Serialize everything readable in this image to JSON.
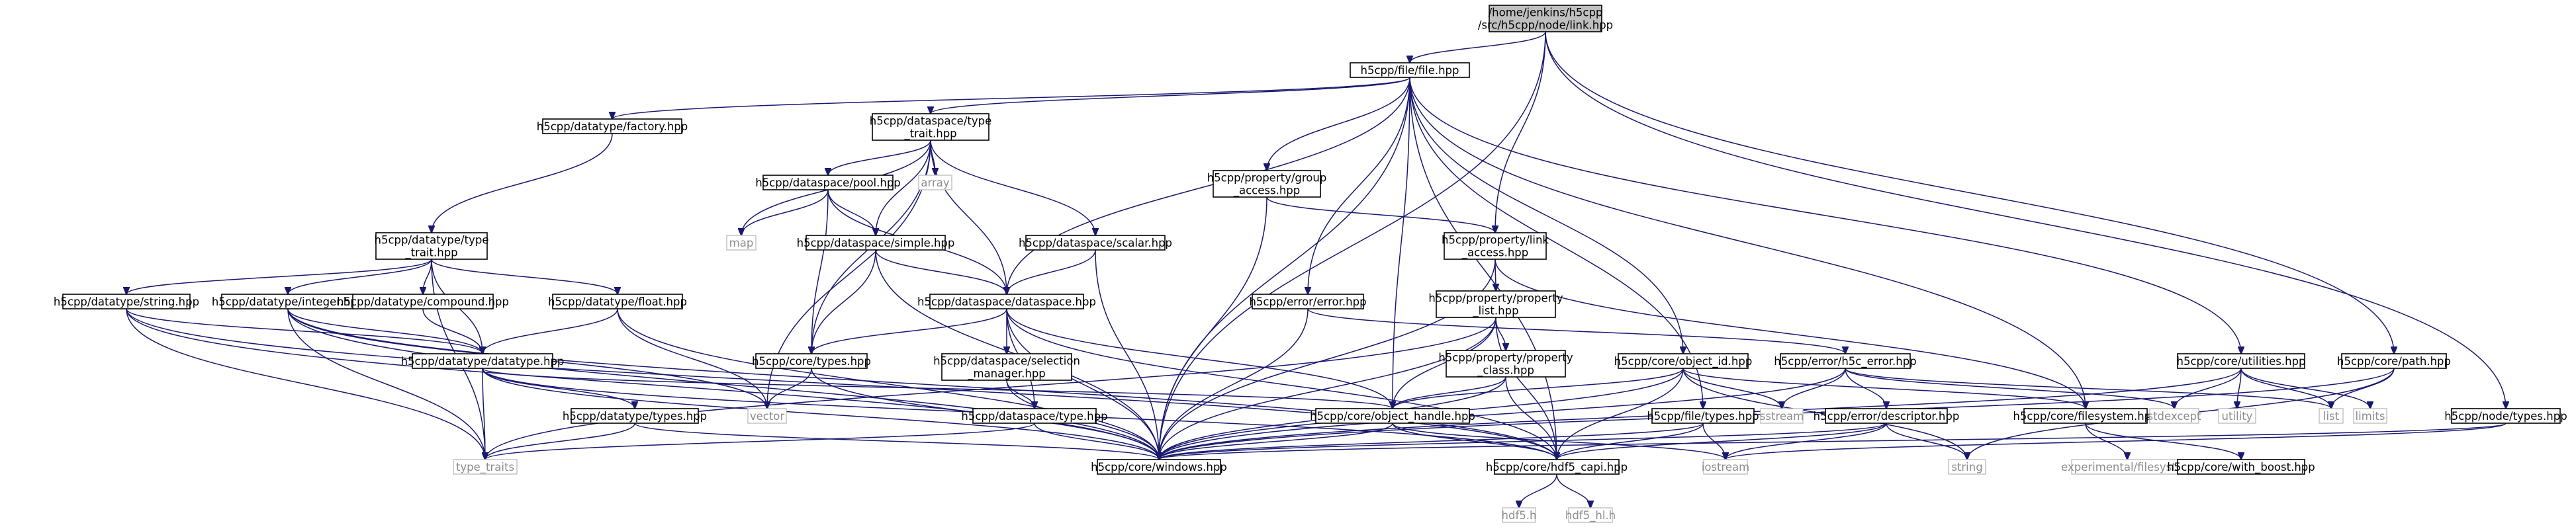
{
  "graph": {
    "nodes": [
      {
        "id": "link",
        "lines": [
          "/home/jenkins/h5cpp",
          "/src/h5cpp/node/link.hpp"
        ],
        "kind": "root"
      },
      {
        "id": "file",
        "lines": [
          "h5cpp/file/file.hpp"
        ],
        "kind": "local"
      },
      {
        "id": "factory",
        "lines": [
          "h5cpp/datatype/factory.hpp"
        ],
        "kind": "local"
      },
      {
        "id": "ds_type_trait",
        "lines": [
          "h5cpp/dataspace/type",
          "_trait.hpp"
        ],
        "kind": "local"
      },
      {
        "id": "array",
        "lines": [
          "array"
        ],
        "kind": "ext"
      },
      {
        "id": "prop_group",
        "lines": [
          "h5cpp/property/group",
          "_access.hpp"
        ],
        "kind": "local"
      },
      {
        "id": "pool",
        "lines": [
          "h5cpp/dataspace/pool.hpp"
        ],
        "kind": "local"
      },
      {
        "id": "dt_type_trait",
        "lines": [
          "h5cpp/datatype/type",
          "_trait.hpp"
        ],
        "kind": "local"
      },
      {
        "id": "map",
        "lines": [
          "map"
        ],
        "kind": "ext"
      },
      {
        "id": "simple",
        "lines": [
          "h5cpp/dataspace/simple.hpp"
        ],
        "kind": "local"
      },
      {
        "id": "scalar",
        "lines": [
          "h5cpp/dataspace/scalar.hpp"
        ],
        "kind": "local"
      },
      {
        "id": "prop_link",
        "lines": [
          "h5cpp/property/link",
          "_access.hpp"
        ],
        "kind": "local"
      },
      {
        "id": "dt_string",
        "lines": [
          "h5cpp/datatype/string.hpp"
        ],
        "kind": "local"
      },
      {
        "id": "dt_integer",
        "lines": [
          "h5cpp/datatype/integer.hpp"
        ],
        "kind": "local"
      },
      {
        "id": "dt_compound",
        "lines": [
          "h5cpp/datatype/compound.hpp"
        ],
        "kind": "local"
      },
      {
        "id": "dt_float",
        "lines": [
          "h5cpp/datatype/float.hpp"
        ],
        "kind": "local"
      },
      {
        "id": "dataspace",
        "lines": [
          "h5cpp/dataspace/dataspace.hpp"
        ],
        "kind": "local"
      },
      {
        "id": "err_error",
        "lines": [
          "h5cpp/error/error.hpp"
        ],
        "kind": "local"
      },
      {
        "id": "prop_list",
        "lines": [
          "h5cpp/property/property",
          "_list.hpp"
        ],
        "kind": "local"
      },
      {
        "id": "utilities",
        "lines": [
          "h5cpp/core/utilities.hpp"
        ],
        "kind": "local"
      },
      {
        "id": "path",
        "lines": [
          "h5cpp/core/path.hpp"
        ],
        "kind": "local"
      },
      {
        "id": "datatype",
        "lines": [
          "h5cpp/datatype/datatype.hpp"
        ],
        "kind": "local"
      },
      {
        "id": "core_types",
        "lines": [
          "h5cpp/core/types.hpp"
        ],
        "kind": "local"
      },
      {
        "id": "sel_manager",
        "lines": [
          "h5cpp/dataspace/selection",
          "_manager.hpp"
        ],
        "kind": "local"
      },
      {
        "id": "err_h5c",
        "lines": [
          "h5cpp/error/h5c_error.hpp"
        ],
        "kind": "local"
      },
      {
        "id": "object_id",
        "lines": [
          "h5cpp/core/object_id.hpp"
        ],
        "kind": "local"
      },
      {
        "id": "prop_class",
        "lines": [
          "h5cpp/property/property",
          "_class.hpp"
        ],
        "kind": "local"
      },
      {
        "id": "vector",
        "lines": [
          "vector"
        ],
        "kind": "ext"
      },
      {
        "id": "dt_types",
        "lines": [
          "h5cpp/datatype/types.hpp"
        ],
        "kind": "local"
      },
      {
        "id": "ds_type",
        "lines": [
          "h5cpp/dataspace/type.hpp"
        ],
        "kind": "local"
      },
      {
        "id": "object_handle",
        "lines": [
          "h5cpp/core/object_handle.hpp"
        ],
        "kind": "local"
      },
      {
        "id": "sstream",
        "lines": [
          "sstream"
        ],
        "kind": "ext"
      },
      {
        "id": "file_types",
        "lines": [
          "h5cpp/file/types.hpp"
        ],
        "kind": "local"
      },
      {
        "id": "err_descriptor",
        "lines": [
          "h5cpp/error/descriptor.hpp"
        ],
        "kind": "local"
      },
      {
        "id": "filesystem",
        "lines": [
          "h5cpp/core/filesystem.hpp"
        ],
        "kind": "local"
      },
      {
        "id": "stdexcept",
        "lines": [
          "stdexcept"
        ],
        "kind": "ext"
      },
      {
        "id": "utility",
        "lines": [
          "utility"
        ],
        "kind": "ext"
      },
      {
        "id": "list",
        "lines": [
          "list"
        ],
        "kind": "ext"
      },
      {
        "id": "limits",
        "lines": [
          "limits"
        ],
        "kind": "ext"
      },
      {
        "id": "node_types",
        "lines": [
          "h5cpp/node/types.hpp"
        ],
        "kind": "local"
      },
      {
        "id": "type_traits",
        "lines": [
          "type_traits"
        ],
        "kind": "ext"
      },
      {
        "id": "windows",
        "lines": [
          "h5cpp/core/windows.hpp"
        ],
        "kind": "local"
      },
      {
        "id": "hdf5_capi",
        "lines": [
          "h5cpp/core/hdf5_capi.hpp"
        ],
        "kind": "local"
      },
      {
        "id": "iostream",
        "lines": [
          "iostream"
        ],
        "kind": "ext"
      },
      {
        "id": "string",
        "lines": [
          "string"
        ],
        "kind": "ext"
      },
      {
        "id": "exp_filesystem",
        "lines": [
          "experimental/filesystem"
        ],
        "kind": "ext"
      },
      {
        "id": "with_boost",
        "lines": [
          "h5cpp/core/with_boost.hpp"
        ],
        "kind": "local"
      },
      {
        "id": "hdf5_h",
        "lines": [
          "hdf5.h"
        ],
        "kind": "ext"
      },
      {
        "id": "hdf5_hl_h",
        "lines": [
          "hdf5_hl.h"
        ],
        "kind": "ext"
      }
    ],
    "edges": [
      [
        "link",
        "file"
      ],
      [
        "link",
        "prop_link"
      ],
      [
        "link",
        "path"
      ],
      [
        "link",
        "node_types"
      ],
      [
        "link",
        "windows"
      ],
      [
        "file",
        "factory"
      ],
      [
        "file",
        "ds_type_trait"
      ],
      [
        "file",
        "prop_group"
      ],
      [
        "file",
        "dataspace"
      ],
      [
        "file",
        "err_error"
      ],
      [
        "file",
        "object_id"
      ],
      [
        "file",
        "object_handle"
      ],
      [
        "file",
        "file_types"
      ],
      [
        "file",
        "filesystem"
      ],
      [
        "file",
        "utilities"
      ],
      [
        "file",
        "windows"
      ],
      [
        "file",
        "hdf5_capi"
      ],
      [
        "factory",
        "dt_type_trait"
      ],
      [
        "ds_type_trait",
        "array"
      ],
      [
        "ds_type_trait",
        "pool"
      ],
      [
        "ds_type_trait",
        "map"
      ],
      [
        "ds_type_trait",
        "simple"
      ],
      [
        "ds_type_trait",
        "scalar"
      ],
      [
        "ds_type_trait",
        "dataspace"
      ],
      [
        "ds_type_trait",
        "core_types"
      ],
      [
        "ds_type_trait",
        "vector"
      ],
      [
        "pool",
        "map"
      ],
      [
        "pool",
        "simple"
      ],
      [
        "pool",
        "dataspace"
      ],
      [
        "pool",
        "core_types"
      ],
      [
        "simple",
        "dataspace"
      ],
      [
        "simple",
        "core_types"
      ],
      [
        "simple",
        "windows"
      ],
      [
        "scalar",
        "dataspace"
      ],
      [
        "scalar",
        "windows"
      ],
      [
        "prop_group",
        "prop_link"
      ],
      [
        "prop_group",
        "windows"
      ],
      [
        "prop_link",
        "prop_list"
      ],
      [
        "prop_link",
        "filesystem"
      ],
      [
        "prop_link",
        "windows"
      ],
      [
        "dt_type_trait",
        "dt_string"
      ],
      [
        "dt_type_trait",
        "dt_integer"
      ],
      [
        "dt_type_trait",
        "dt_compound"
      ],
      [
        "dt_type_trait",
        "dt_float"
      ],
      [
        "dt_type_trait",
        "datatype"
      ],
      [
        "dt_type_trait",
        "type_traits"
      ],
      [
        "dt_string",
        "datatype"
      ],
      [
        "dt_string",
        "type_traits"
      ],
      [
        "dt_string",
        "windows"
      ],
      [
        "dt_string",
        "hdf5_capi"
      ],
      [
        "dt_integer",
        "datatype"
      ],
      [
        "dt_integer",
        "type_traits"
      ],
      [
        "dt_integer",
        "windows"
      ],
      [
        "dt_integer",
        "hdf5_capi"
      ],
      [
        "dt_integer",
        "vector"
      ],
      [
        "dt_compound",
        "datatype"
      ],
      [
        "dt_float",
        "datatype"
      ],
      [
        "dt_float",
        "windows"
      ],
      [
        "dt_float",
        "vector"
      ],
      [
        "dataspace",
        "core_types"
      ],
      [
        "dataspace",
        "sel_manager"
      ],
      [
        "dataspace",
        "ds_type"
      ],
      [
        "dataspace",
        "object_handle"
      ],
      [
        "dataspace",
        "windows"
      ],
      [
        "dataspace",
        "hdf5_capi"
      ],
      [
        "datatype",
        "dt_types"
      ],
      [
        "datatype",
        "object_handle"
      ],
      [
        "datatype",
        "windows"
      ],
      [
        "datatype",
        "hdf5_capi"
      ],
      [
        "datatype",
        "type_traits"
      ],
      [
        "core_types",
        "vector"
      ],
      [
        "core_types",
        "windows"
      ],
      [
        "sel_manager",
        "ds_type"
      ],
      [
        "sel_manager",
        "windows"
      ],
      [
        "ds_type",
        "windows"
      ],
      [
        "ds_type",
        "type_traits"
      ],
      [
        "dt_types",
        "windows"
      ],
      [
        "dt_types",
        "type_traits"
      ],
      [
        "err_error",
        "err_h5c"
      ],
      [
        "err_error",
        "windows"
      ],
      [
        "err_h5c",
        "err_descriptor"
      ],
      [
        "err_h5c",
        "sstream"
      ],
      [
        "err_h5c",
        "list"
      ],
      [
        "err_h5c",
        "windows"
      ],
      [
        "err_h5c",
        "stdexcept"
      ],
      [
        "err_descriptor",
        "string"
      ],
      [
        "err_descriptor",
        "windows"
      ],
      [
        "err_descriptor",
        "hdf5_capi"
      ],
      [
        "err_descriptor",
        "iostream"
      ],
      [
        "prop_list",
        "prop_class"
      ],
      [
        "prop_list",
        "object_handle"
      ],
      [
        "prop_list",
        "windows"
      ],
      [
        "prop_list",
        "hdf5_capi"
      ],
      [
        "prop_list",
        "type_traits"
      ],
      [
        "prop_class",
        "object_handle"
      ],
      [
        "prop_class",
        "windows"
      ],
      [
        "prop_class",
        "hdf5_capi"
      ],
      [
        "object_id",
        "object_handle"
      ],
      [
        "object_id",
        "sstream"
      ],
      [
        "object_id",
        "windows"
      ],
      [
        "object_id",
        "hdf5_capi"
      ],
      [
        "object_id",
        "filesystem"
      ],
      [
        "object_id",
        "string"
      ],
      [
        "object_handle",
        "windows"
      ],
      [
        "object_handle",
        "hdf5_capi"
      ],
      [
        "object_handle",
        "iostream"
      ],
      [
        "file_types",
        "windows"
      ],
      [
        "file_types",
        "hdf5_capi"
      ],
      [
        "file_types",
        "iostream"
      ],
      [
        "filesystem",
        "exp_filesystem"
      ],
      [
        "filesystem",
        "with_boost"
      ],
      [
        "utilities",
        "stdexcept"
      ],
      [
        "utilities",
        "utility"
      ],
      [
        "utilities",
        "list"
      ],
      [
        "utilities",
        "limits"
      ],
      [
        "utilities",
        "windows"
      ],
      [
        "path",
        "list"
      ],
      [
        "path",
        "windows"
      ],
      [
        "path",
        "string"
      ],
      [
        "node_types",
        "windows"
      ],
      [
        "node_types",
        "iostream"
      ],
      [
        "hdf5_capi",
        "hdf5_h"
      ],
      [
        "hdf5_capi",
        "hdf5_hl_h"
      ]
    ]
  }
}
